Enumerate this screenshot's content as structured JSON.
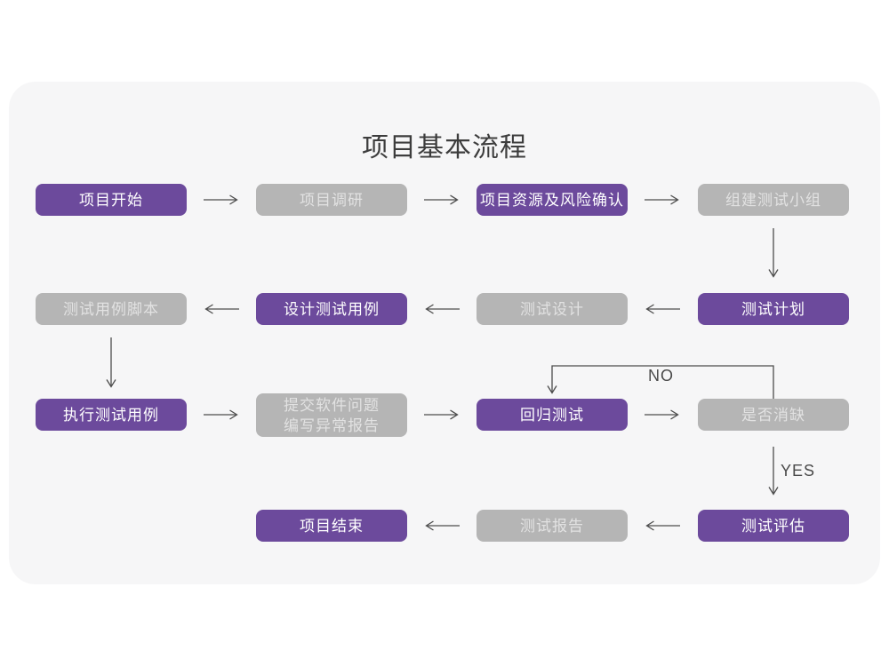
{
  "title": "项目基本流程",
  "colors": {
    "node_purple": "#6c4a9c",
    "node_gray": "#b5b5b5",
    "purple_text": "#ffffff",
    "gray_text": "#e2e2e2",
    "card_background": "#f6f6f7",
    "page_background": "#ffffff",
    "arrow": "#4d4d4d",
    "title_text": "#3d3d3d"
  },
  "decision_labels": {
    "no": "NO",
    "yes": "YES"
  },
  "nodes": [
    {
      "id": "project-start",
      "label": "项目开始",
      "variant": "purple"
    },
    {
      "id": "project-research",
      "label": "项目调研",
      "variant": "gray"
    },
    {
      "id": "resource-risk",
      "label": "项目资源及风险确认",
      "variant": "purple"
    },
    {
      "id": "build-test-team",
      "label": "组建测试小组",
      "variant": "gray"
    },
    {
      "id": "test-plan",
      "label": "测试计划",
      "variant": "purple"
    },
    {
      "id": "test-design",
      "label": "测试设计",
      "variant": "gray"
    },
    {
      "id": "design-test-case",
      "label": "设计测试用例",
      "variant": "purple"
    },
    {
      "id": "test-case-script",
      "label": "测试用例脚本",
      "variant": "gray"
    },
    {
      "id": "execute-test-case",
      "label": "执行测试用例",
      "variant": "purple"
    },
    {
      "id": "submit-issue",
      "label": "提交软件问题\n编写异常报告",
      "variant": "gray"
    },
    {
      "id": "regression-test",
      "label": "回归测试",
      "variant": "purple"
    },
    {
      "id": "defect-cleared",
      "label": "是否消缺",
      "variant": "gray"
    },
    {
      "id": "test-evaluation",
      "label": "测试评估",
      "variant": "purple"
    },
    {
      "id": "test-report",
      "label": "测试报告",
      "variant": "gray"
    },
    {
      "id": "project-end",
      "label": "项目结束",
      "variant": "purple"
    }
  ],
  "edges": [
    {
      "from": "项目开始",
      "to": "项目调研"
    },
    {
      "from": "项目调研",
      "to": "项目资源及风险确认"
    },
    {
      "from": "项目资源及风险确认",
      "to": "组建测试小组"
    },
    {
      "from": "组建测试小组",
      "to": "测试计划"
    },
    {
      "from": "测试计划",
      "to": "测试设计"
    },
    {
      "from": "测试设计",
      "to": "设计测试用例"
    },
    {
      "from": "设计测试用例",
      "to": "测试用例脚本"
    },
    {
      "from": "测试用例脚本",
      "to": "执行测试用例"
    },
    {
      "from": "执行测试用例",
      "to": "提交软件问题 编写异常报告"
    },
    {
      "from": "提交软件问题 编写异常报告",
      "to": "回归测试"
    },
    {
      "from": "回归测试",
      "to": "是否消缺"
    },
    {
      "from": "是否消缺",
      "to": "回归测试",
      "label": "NO"
    },
    {
      "from": "是否消缺",
      "to": "测试评估",
      "label": "YES"
    },
    {
      "from": "测试评估",
      "to": "测试报告"
    },
    {
      "from": "测试报告",
      "to": "项目结束"
    }
  ]
}
